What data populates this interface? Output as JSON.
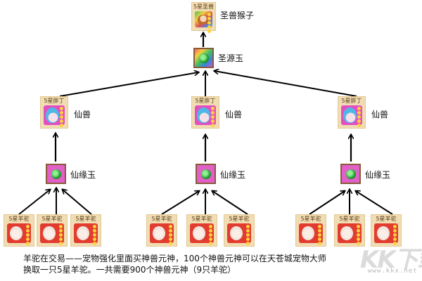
{
  "diagram": {
    "top": {
      "card_title": "5星圣兽",
      "label": "圣兽猴子"
    },
    "source_gem": {
      "label": "圣源玉"
    },
    "branches": [
      {
        "mid_card_title": "5星胖丁",
        "mid_label": "仙兽",
        "gem_label": "仙缘玉",
        "base_cards": [
          "5星羊驼",
          "5星羊驼",
          "5星羊驼"
        ]
      },
      {
        "mid_card_title": "5星胖丁",
        "mid_label": "仙兽",
        "gem_label": "仙缘玉",
        "base_cards": [
          "5星羊驼",
          "5星羊驼",
          "5星羊驼"
        ]
      },
      {
        "mid_card_title": "5星胖丁",
        "mid_label": "仙兽",
        "gem_label": "仙缘玉",
        "base_cards": [
          "5星羊驼",
          "5星羊驼",
          "5星羊驼"
        ]
      }
    ]
  },
  "note": {
    "line1": "羊驼在交易——宠物强化里面买神兽元神，100个神兽元神可以在天苍城宠物大师",
    "line2": "换取一只5星羊驼。一共需要900个神兽元神（9只羊驼）"
  },
  "watermark": {
    "logo": "KK下载",
    "url": "www.kkx.net"
  }
}
